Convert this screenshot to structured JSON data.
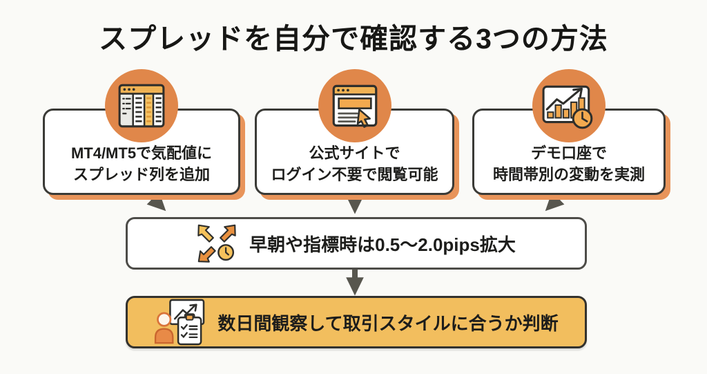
{
  "title": "スプレッドを自分で確認する3つの方法",
  "method_cards": [
    {
      "line1": "MT4/MT5で気配値に",
      "line2": "スプレッド列を追加",
      "icon": "spreadsheet-table-icon"
    },
    {
      "line1": "公式サイトで",
      "line2": "ログイン不要で閲覧可能",
      "icon": "browser-cursor-icon"
    },
    {
      "line1": "デモ口座で",
      "line2": "時間帯別の変動を実測",
      "icon": "bar-chart-clock-icon"
    }
  ],
  "note_box": {
    "text": "早朝や指標時は0.5〜2.0pips拡大",
    "icon": "expand-arrows-clock-icon"
  },
  "conclusion_box": {
    "text": "数日間観察して取引スタイルに合うか判断",
    "icon": "person-analysis-checklist-icon"
  },
  "colors": {
    "background": "#FAFAF7",
    "icon_circle_orange": "#E0874A",
    "card_shadow_orange": "#E8945A",
    "highlight_box_fill": "#F2BE5E",
    "icon_accent_yellow": "#F0B254",
    "border_dark": "#33322E",
    "flow_arrow_gray": "#57564E",
    "text_dark": "#1D1D1B"
  }
}
